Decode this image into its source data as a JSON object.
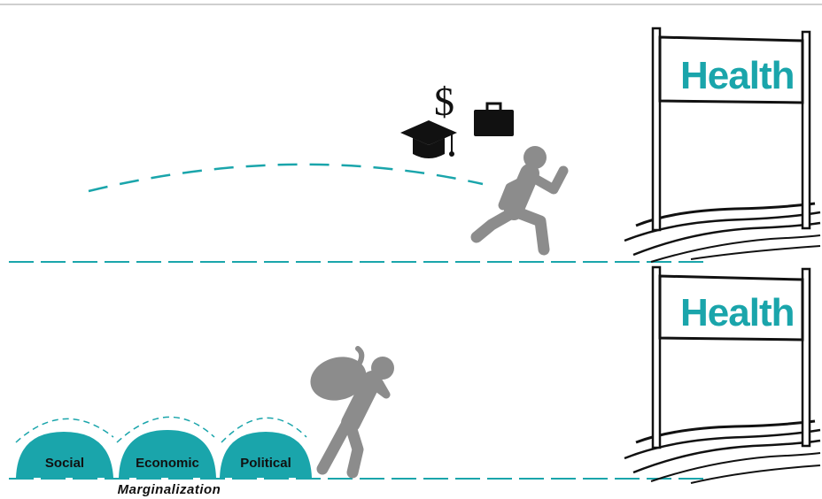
{
  "colors": {
    "teal": "#1aa5ab",
    "figure_gray": "#8c8c8c",
    "ink": "#111111"
  },
  "panels": [
    {
      "sign_text": "Health",
      "icons": [
        "dollar-icon",
        "graduation-cap-icon",
        "briefcase-icon"
      ],
      "dollar_glyph": "$",
      "figure": "running-person-icon"
    },
    {
      "sign_text": "Health",
      "figure": "person-carrying-sack-icon",
      "humps": [
        "Social",
        "Economic",
        "Political"
      ],
      "caption": "Marginalization"
    }
  ]
}
